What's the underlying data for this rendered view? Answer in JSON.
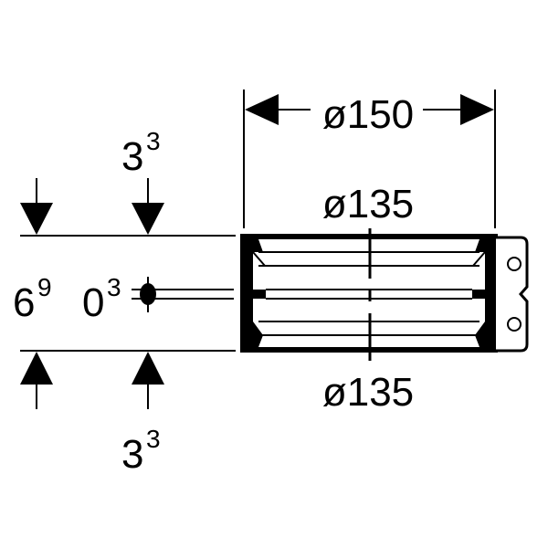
{
  "dimensions": {
    "outer_diameter": "ø150",
    "inner_diameter_top": "ø135",
    "inner_diameter_bottom": "ø135",
    "total_height": {
      "base": "6",
      "sup": "9"
    },
    "top_offset": {
      "base": "3",
      "sup": "3"
    },
    "bottom_offset": {
      "base": "3",
      "sup": "3"
    },
    "center_thickness": {
      "base": "0",
      "sup": "3"
    }
  },
  "colors": {
    "stroke": "#000000",
    "background": "#ffffff"
  }
}
